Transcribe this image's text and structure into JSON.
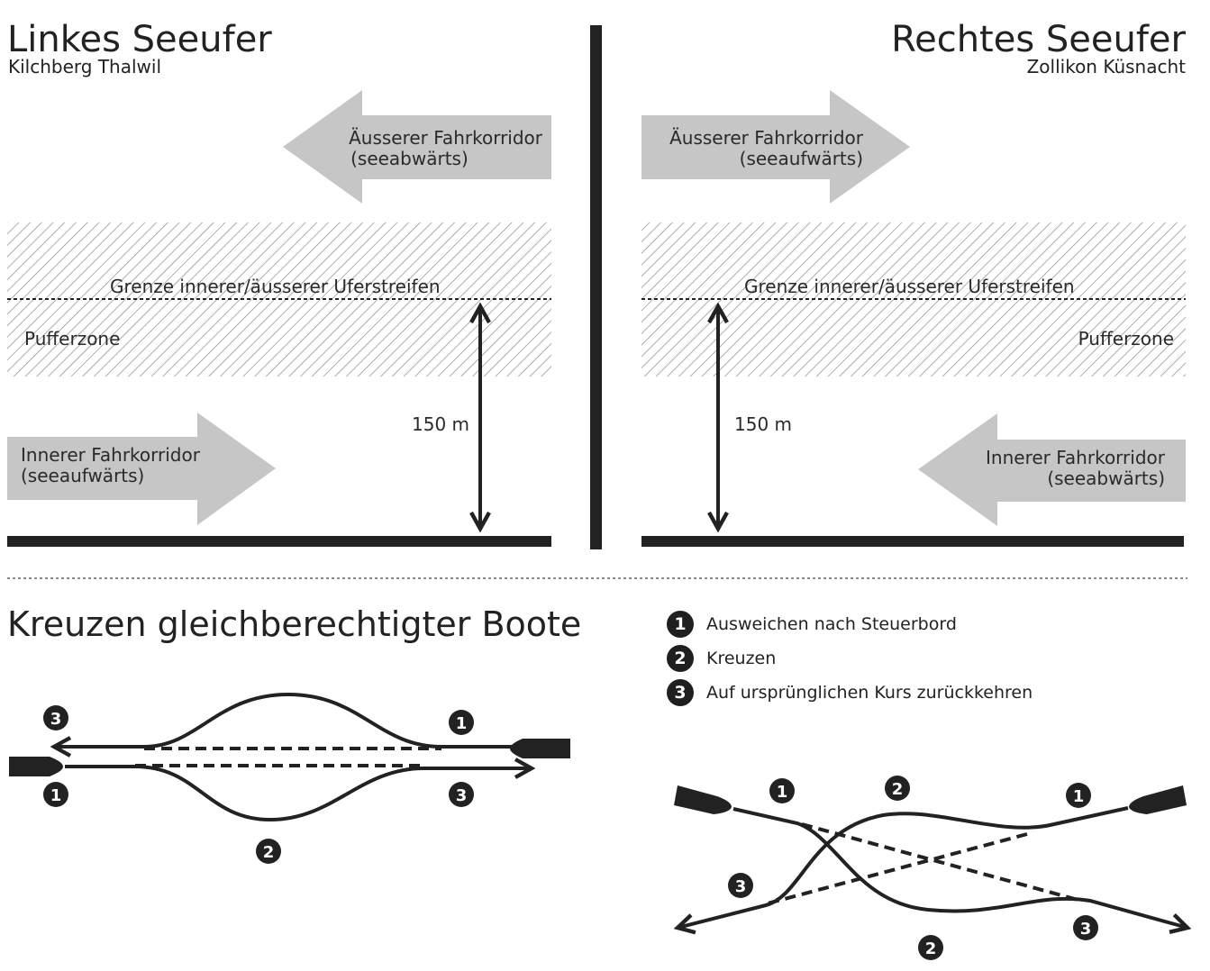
{
  "left_shore": {
    "title": "Linkes Seeufer",
    "subtitle": "Kilchberg Thalwil",
    "outer_corridor": {
      "line1": "Äusserer Fahrkorridor",
      "line2": "(seeabwärts)"
    },
    "boundary_label": "Grenze innerer/äusserer Uferstreifen",
    "buffer_label": "Pufferzone",
    "distance_label": "150 m",
    "inner_corridor": {
      "line1": "Innerer Fahrkorridor",
      "line2": "(seeaufwärts)"
    }
  },
  "right_shore": {
    "title": "Rechtes Seeufer",
    "subtitle": "Zollikon Küsnacht",
    "outer_corridor": {
      "line1": "Äusserer Fahrkorridor",
      "line2": "(seeaufwärts)"
    },
    "boundary_label": "Grenze innerer/äusserer Uferstreifen",
    "buffer_label": "Pufferzone",
    "distance_label": "150 m",
    "inner_corridor": {
      "line1": "Innerer Fahrkorridor",
      "line2": "(seeabwärts)"
    }
  },
  "crossing": {
    "title": "Kreuzen gleichberechtigter Boote",
    "legend": [
      {
        "num": "1",
        "text": "Ausweichen nach Steuerbord"
      },
      {
        "num": "2",
        "text": "Kreuzen"
      },
      {
        "num": "3",
        "text": "Auf ursprünglichen Kurs zurückkehren"
      }
    ]
  },
  "colors": {
    "dark": "#222222",
    "arrow_fill": "#c6c6c6",
    "hatch": "#8a8a8a"
  }
}
